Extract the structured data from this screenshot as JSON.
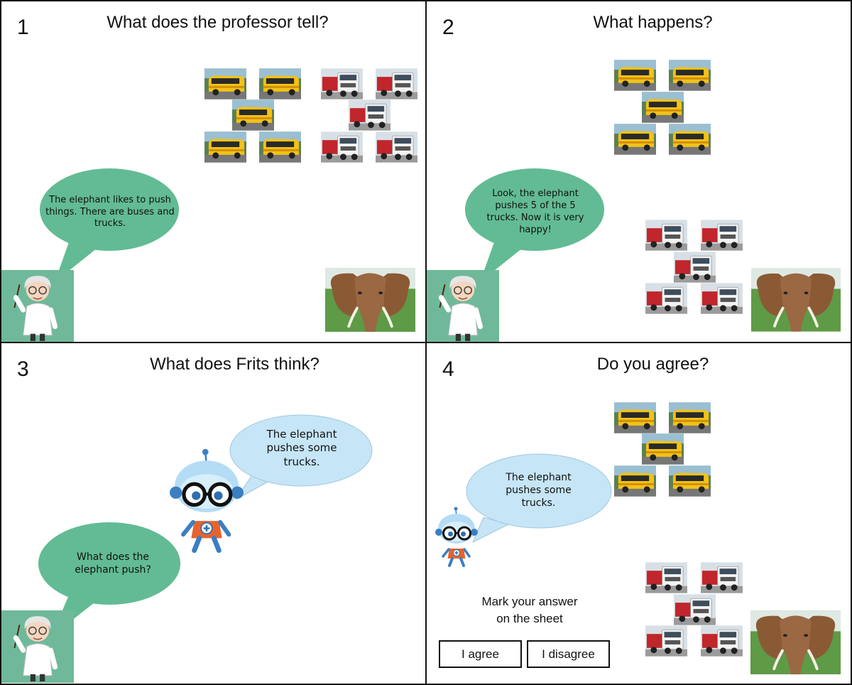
{
  "panels": [
    {
      "number": "1",
      "title": "What does the professor tell?",
      "speech": "The elephant likes to push things. There are buses and trucks."
    },
    {
      "number": "2",
      "title": "What happens?",
      "speech": "Look, the elephant pushes 5 of the 5 trucks. Now it is very happy!"
    },
    {
      "number": "3",
      "title": "What does Frits think?",
      "speech_prof": "What does the elephant push?",
      "speech_robot": "The elephant pushes some trucks."
    },
    {
      "number": "4",
      "title": "Do you agree?",
      "speech_robot": "The elephant pushes some trucks.",
      "instruction_line1": "Mark your answer",
      "instruction_line2": "on the sheet",
      "agree_label": "I agree",
      "disagree_label": "I disagree"
    }
  ],
  "colors": {
    "prof_bubble": "#62bb94",
    "robot_bubble": "#c6e5f6",
    "prof_bg": "#6fb99a",
    "bus": "#f2c216",
    "truck_cab": "#f2f2f2",
    "truck_body": "#c0262b"
  }
}
